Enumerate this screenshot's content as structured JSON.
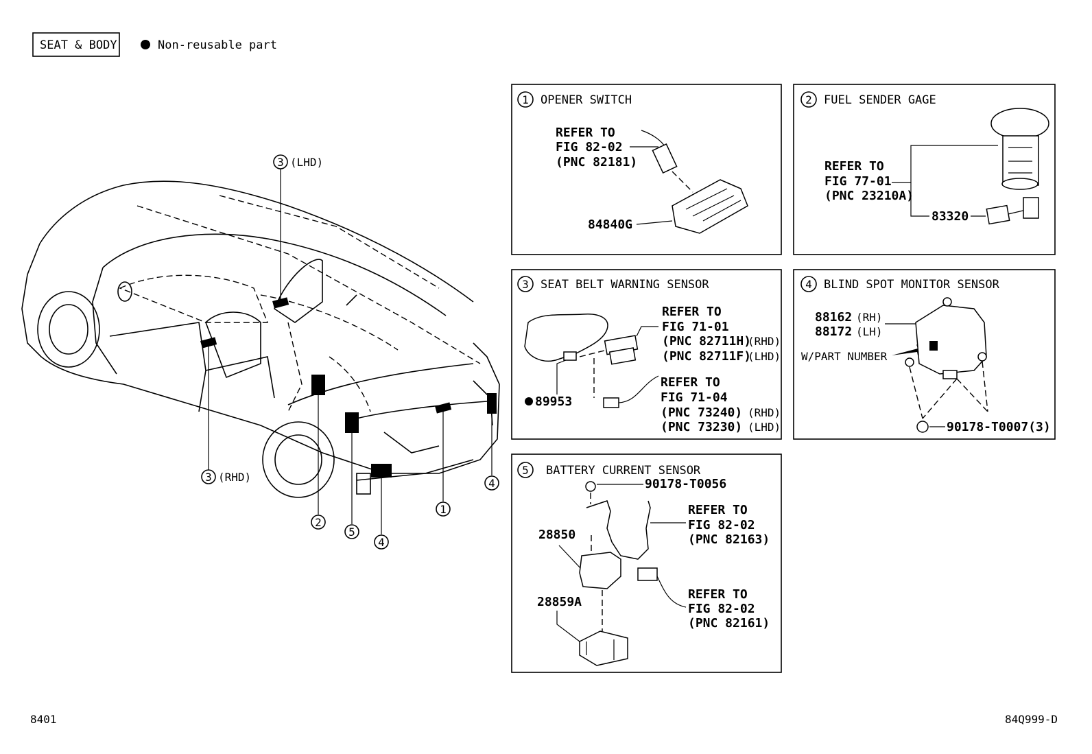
{
  "header": {
    "section_tag": "SEAT & BODY",
    "legend_text": "Non-reusable part"
  },
  "footer": {
    "page_number": "8401",
    "figure_code": "84Q999-D"
  },
  "car_callouts": {
    "c3_lhd": {
      "num": "3",
      "note": "(LHD)"
    },
    "c3_rhd": {
      "num": "3",
      "note": "(RHD)"
    },
    "c2": {
      "num": "2"
    },
    "c5": {
      "num": "5"
    },
    "c4a": {
      "num": "4"
    },
    "c1": {
      "num": "1"
    },
    "c4b": {
      "num": "4"
    }
  },
  "panels": {
    "p1": {
      "num": "1",
      "title": "OPENER SWITCH",
      "refer": [
        "REFER TO",
        "FIG 82-02",
        "(PNC 82181)"
      ],
      "part": "84840G"
    },
    "p2": {
      "num": "2",
      "title": "FUEL SENDER GAGE",
      "refer": [
        "REFER TO",
        "FIG 77-01",
        "(PNC 23210A)"
      ],
      "part": "83320"
    },
    "p3": {
      "num": "3",
      "title": "SEAT BELT WARNING SENSOR",
      "refer_a": [
        "REFER TO",
        "FIG 71-01"
      ],
      "refer_a_pnc1": "(PNC 82711H)",
      "refer_a_note1": "(RHD)",
      "refer_a_pnc2": "(PNC 82711F)",
      "refer_a_note2": "(LHD)",
      "refer_b": [
        "REFER TO",
        "FIG 71-04"
      ],
      "refer_b_pnc1": "(PNC 73240)",
      "refer_b_note1": "(RHD)",
      "refer_b_pnc2": "(PNC 73230)",
      "refer_b_note2": "(LHD)",
      "part": "89953"
    },
    "p4": {
      "num": "4",
      "title": "BLIND SPOT MONITOR SENSOR",
      "part_rh": "88162",
      "part_rh_note": "(RH)",
      "part_lh": "88172",
      "part_lh_note": "(LH)",
      "w_part": "W/PART NUMBER",
      "bolt": "90178-T0007(3)"
    },
    "p5": {
      "num": "5",
      "title": "BATTERY CURRENT SENSOR",
      "nut": "90178-T0056",
      "refer_a": [
        "REFER TO",
        "FIG 82-02",
        "(PNC 82163)"
      ],
      "refer_b": [
        "REFER TO",
        "FIG 82-02",
        "(PNC 82161)"
      ],
      "sensor": "28850",
      "bracket": "28859A"
    }
  }
}
